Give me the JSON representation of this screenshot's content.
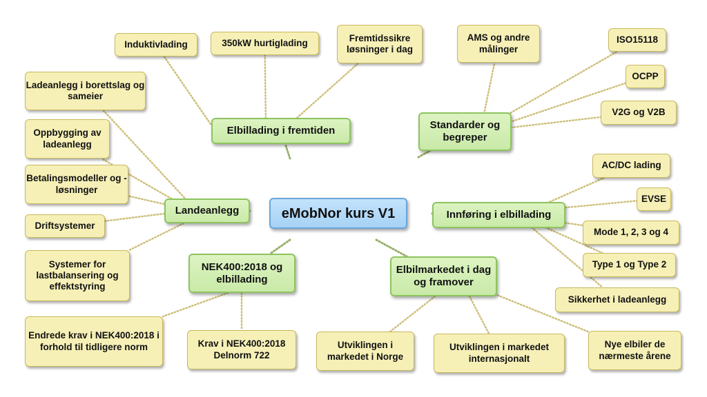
{
  "root": {
    "id": "root",
    "label": "eMobNor kurs V1"
  },
  "branches": [
    {
      "id": "b1",
      "label": "Elbillading i fremtiden"
    },
    {
      "id": "b2",
      "label": "Standarder og begreper"
    },
    {
      "id": "b3",
      "label": "Innføring i elbillading"
    },
    {
      "id": "b4",
      "label": "Elbilmarkedet i dag og framover"
    },
    {
      "id": "b5",
      "label": "NEK400:2018 og elbillading"
    },
    {
      "id": "b6",
      "label": "Landeanlegg"
    }
  ],
  "leaves": [
    {
      "id": "l1",
      "label": "Induktivlading",
      "parent": "b1"
    },
    {
      "id": "l2",
      "label": "350kW hurtiglading",
      "parent": "b1"
    },
    {
      "id": "l3",
      "label": "Fremtidssikre løsninger i dag",
      "parent": "b1"
    },
    {
      "id": "l4",
      "label": "AMS og andre målinger",
      "parent": "b2"
    },
    {
      "id": "l5",
      "label": "ISO15118",
      "parent": "b2"
    },
    {
      "id": "l6",
      "label": "OCPP",
      "parent": "b2"
    },
    {
      "id": "l7",
      "label": "V2G og V2B",
      "parent": "b2"
    },
    {
      "id": "l8",
      "label": "AC/DC lading",
      "parent": "b3"
    },
    {
      "id": "l9",
      "label": "EVSE",
      "parent": "b3"
    },
    {
      "id": "l10",
      "label": "Mode 1, 2, 3 og 4",
      "parent": "b3"
    },
    {
      "id": "l11",
      "label": "Type 1 og Type 2",
      "parent": "b3"
    },
    {
      "id": "l12",
      "label": "Sikkerhet i ladeanlegg",
      "parent": "b3"
    },
    {
      "id": "l13",
      "label": "Nye elbiler de nærmeste årene",
      "parent": "b4"
    },
    {
      "id": "l14",
      "label": "Utviklingen i markedet internasjonalt",
      "parent": "b4"
    },
    {
      "id": "l15",
      "label": "Utviklingen i markedet i Norge",
      "parent": "b4"
    },
    {
      "id": "l16",
      "label": "Krav i NEK400:2018 Delnorm 722",
      "parent": "b5"
    },
    {
      "id": "l17",
      "label": "Endrede krav i NEK400:2018 i forhold til tidligere norm",
      "parent": "b5"
    },
    {
      "id": "l18",
      "label": "Ladeanlegg i borettslag og sameier",
      "parent": "b6"
    },
    {
      "id": "l19",
      "label": "Oppbygging av ladeanlegg",
      "parent": "b6"
    },
    {
      "id": "l20",
      "label": "Betalingsmodeller og -løsninger",
      "parent": "b6"
    },
    {
      "id": "l21",
      "label": "Driftsystemer",
      "parent": "b6"
    },
    {
      "id": "l22",
      "label": "Systemer for lastbalansering og effektstyring",
      "parent": "b6"
    }
  ]
}
